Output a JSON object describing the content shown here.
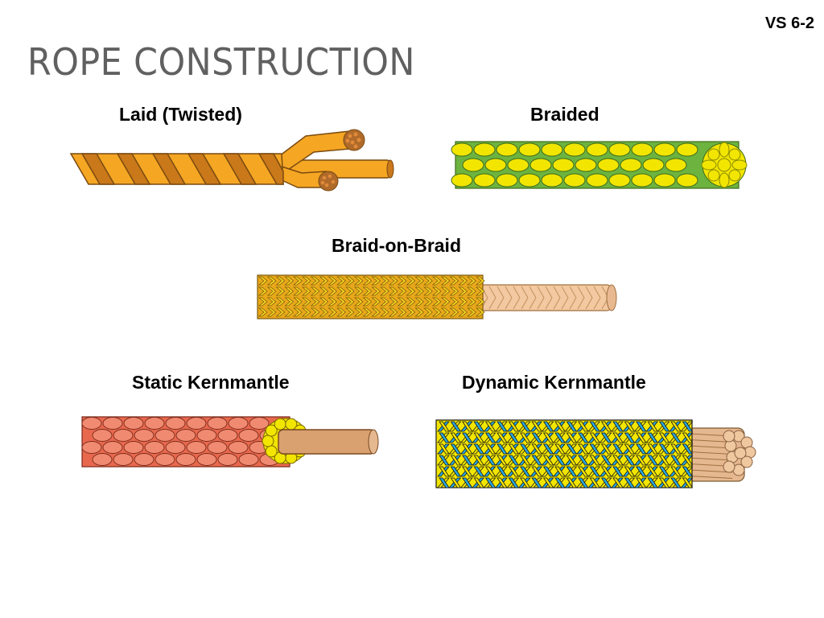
{
  "slide": {
    "id": "VS 6-2",
    "title": "ROPE CONSTRUCTION"
  },
  "ropes": [
    {
      "key": "laid",
      "label": "Laid (Twisted)",
      "colors": {
        "primary": "#F5A623",
        "shade": "#C9781A",
        "outline": "#7A4A10",
        "fibers": "#B06A2A"
      }
    },
    {
      "key": "braided",
      "label": "Braided",
      "colors": {
        "green": "#6DB33F",
        "yellow": "#F2E500",
        "outline": "#3F6B1A"
      }
    },
    {
      "key": "braid-on-braid",
      "label": "Braid-on-Braid",
      "colors": {
        "outer": "#E8A81A",
        "outer_light": "#F5D320",
        "inner": "#F2C9A0",
        "outline": "#7A5A10"
      }
    },
    {
      "key": "static-kernmantle",
      "label": "Static Kernmantle",
      "colors": {
        "sheath": "#E8684E",
        "sheath_light": "#F08A70",
        "core": "#D9A070",
        "core_ring": "#F2E500",
        "outline": "#7A2A1A"
      }
    },
    {
      "key": "dynamic-kernmantle",
      "label": "Dynamic Kernmantle",
      "colors": {
        "yellow": "#F2E500",
        "blue": "#29A8E0",
        "core": "#E6B890",
        "outline": "#1A1A1A"
      }
    }
  ]
}
